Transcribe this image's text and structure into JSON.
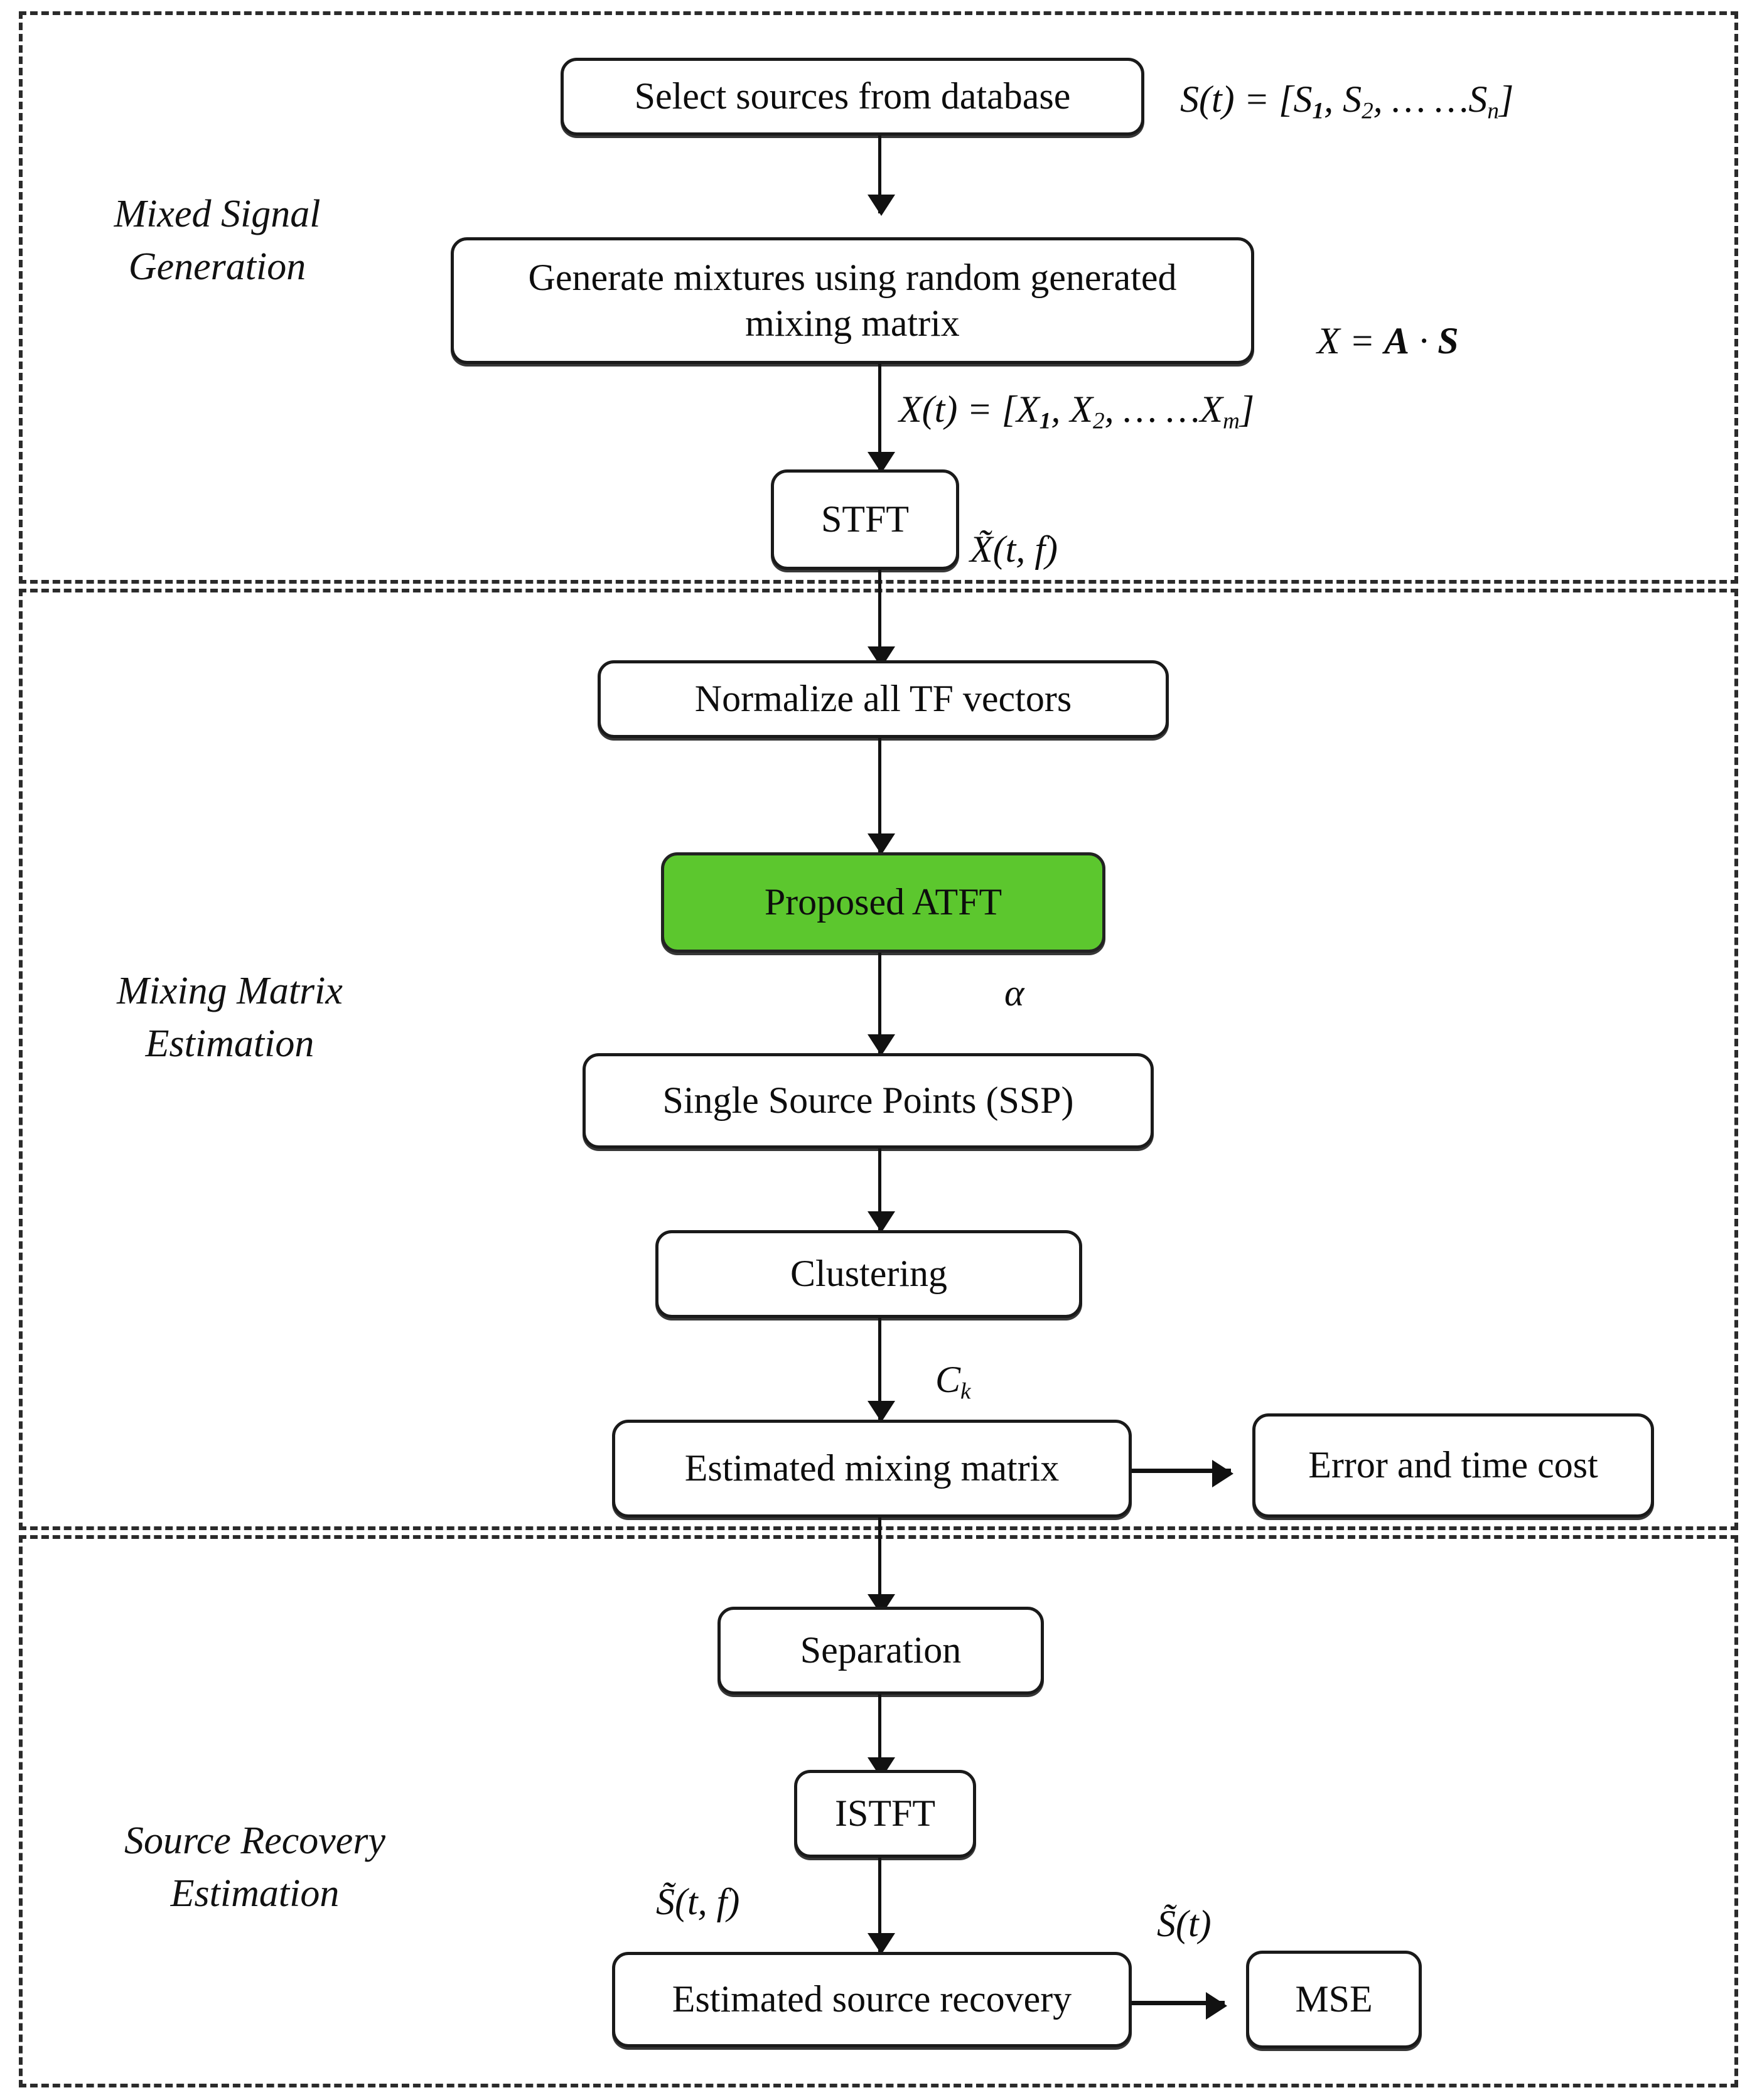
{
  "diagram": {
    "title": "Blind source separation flowchart",
    "accent_color": "#5CC72E",
    "line_color": "#111111",
    "sections": [
      {
        "id": "mixed-signal-generation",
        "caption": "Mixed Signal\nGeneration"
      },
      {
        "id": "mixing-matrix-estimation",
        "caption": "Mixing Matrix\nEstimation"
      },
      {
        "id": "source-recovery-estimation",
        "caption": "Source Recovery\nEstimation"
      }
    ],
    "nodes": {
      "select_sources": "Select sources from database",
      "generate_mixtures": "Generate mixtures using random generated\nmixing matrix",
      "stft": "STFT",
      "normalize": "Normalize all TF vectors",
      "proposed_atft": "Proposed ATFT",
      "ssp": "Single Source Points (SSP)",
      "clustering": "Clustering",
      "estimated_mixing_matrix": "Estimated mixing matrix",
      "error_time_cost": "Error and time cost",
      "separation": "Separation",
      "istft": "ISTFT",
      "estimated_source_recovery": "Estimated source recovery",
      "mse": "MSE"
    },
    "annotations": {
      "sources_vector": "S(t) = [S1, S2, … …Sn]",
      "mixing_equation": "X = A · S",
      "mixtures_vector": "X(t) = [X1, X2, … …Xm]",
      "stft_output": "X̃(t, f)",
      "alpha": "α",
      "cluster_centers": "Ck",
      "istft_input": "S̃(t, f)",
      "recovered_sources": "S̃(t)"
    }
  }
}
